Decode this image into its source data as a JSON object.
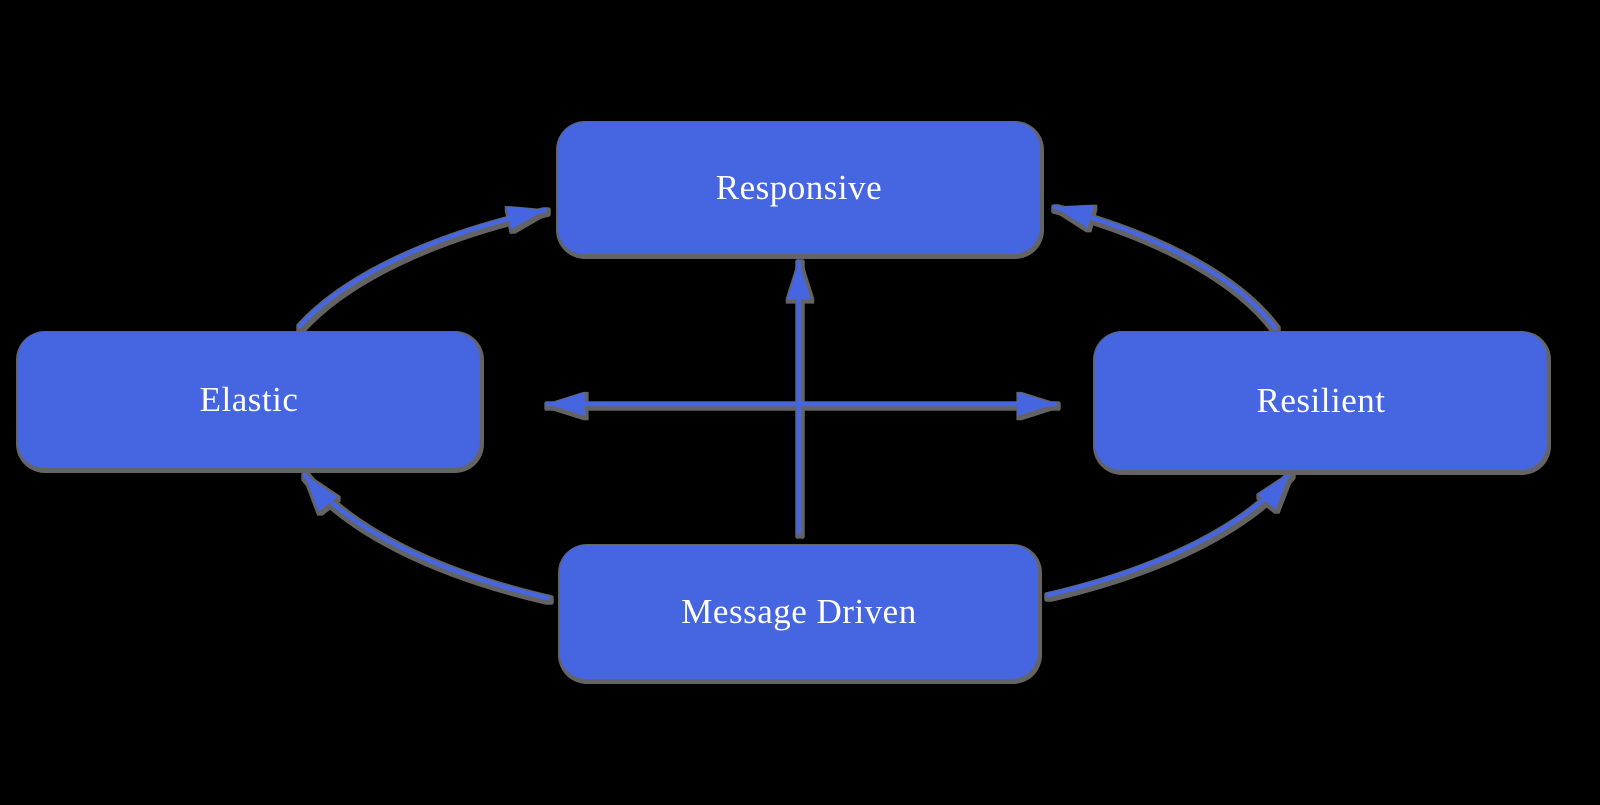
{
  "diagram": {
    "type": "flow-diagram",
    "background_color": "#000000",
    "node_fill_color": "#4565e1",
    "node_text_color": "#ffffff",
    "arrow_color": "#4565e1",
    "shadow_color": "#646464",
    "nodes": [
      {
        "id": "responsive",
        "label": "Responsive",
        "position": "top-center"
      },
      {
        "id": "elastic",
        "label": "Elastic",
        "position": "middle-left"
      },
      {
        "id": "resilient",
        "label": "Resilient",
        "position": "middle-right"
      },
      {
        "id": "message-driven",
        "label": "Message Driven",
        "position": "bottom-center"
      }
    ],
    "edges": [
      {
        "from": "Elastic",
        "to": "Responsive",
        "style": "curved-arrow"
      },
      {
        "from": "Resilient",
        "to": "Responsive",
        "style": "curved-arrow"
      },
      {
        "from": "Message Driven",
        "to": "Elastic",
        "style": "curved-arrow"
      },
      {
        "from": "Message Driven",
        "to": "Resilient",
        "style": "curved-arrow"
      },
      {
        "from": "Message Driven",
        "to": "Responsive",
        "style": "straight-arrow"
      },
      {
        "from": "Elastic",
        "to": "Resilient",
        "style": "double-headed-straight-arrow"
      }
    ]
  }
}
